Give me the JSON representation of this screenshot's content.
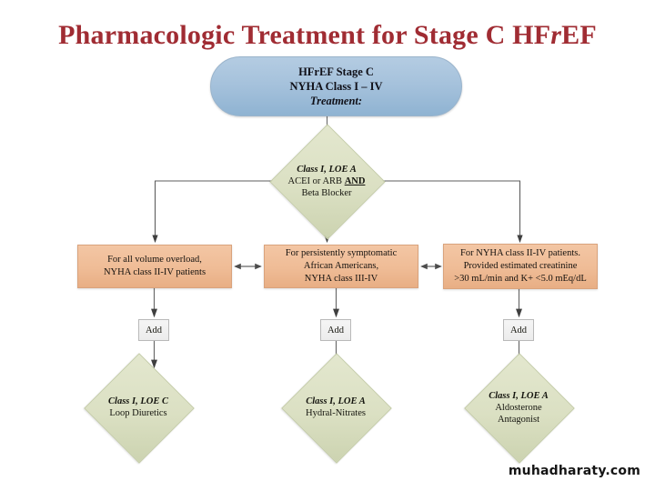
{
  "title": {
    "before": "Pharmacologic Treatment for Stage C HF",
    "italic": "r",
    "after": "EF",
    "full": "Pharmacologic Treatment for Stage C HFrEF",
    "color": "#a02c33"
  },
  "start_box": {
    "line1": "HFrEF Stage C",
    "line2": "NYHA Class I – IV",
    "line3": "Treatment:",
    "fill": "#a6c2dc"
  },
  "main_decision": {
    "class_loe": "Class I, LOE A",
    "line2_before": "ACEI or ARB ",
    "line2_emphasis": "AND",
    "line3": "Beta Blocker",
    "fill": "#dbe0c3"
  },
  "branches": [
    {
      "key": "left",
      "box": {
        "line1": "For all volume overload,",
        "line2": "NYHA class II-IV patients",
        "line3": "",
        "fill": "#efbc96"
      },
      "connector_label": "Add",
      "outcome": {
        "class_loe": "Class I, LOE C",
        "line2": "Loop Diuretics",
        "line3": "",
        "fill": "#dbe0c3"
      }
    },
    {
      "key": "middle",
      "box": {
        "line1": "For persistently symptomatic",
        "line2": "African Americans,",
        "line3": "NYHA class III-IV",
        "fill": "#efbc96"
      },
      "connector_label": "Add",
      "outcome": {
        "class_loe": "Class I, LOE A",
        "line2": "Hydral-Nitrates",
        "line3": "",
        "fill": "#dbe0c3"
      }
    },
    {
      "key": "right",
      "box": {
        "line1": "For NYHA class II-IV patients.",
        "line2": "Provided  estimated creatinine",
        "line3": ">30 mL/min and K+ <5.0 mEq/dL",
        "fill": "#efbc96"
      },
      "connector_label": "Add",
      "outcome": {
        "class_loe": "Class I, LOE A",
        "line2": "Aldosterone",
        "line3": "Antagonist",
        "fill": "#dbe0c3"
      }
    }
  ],
  "watermark": "muhadharaty.com"
}
